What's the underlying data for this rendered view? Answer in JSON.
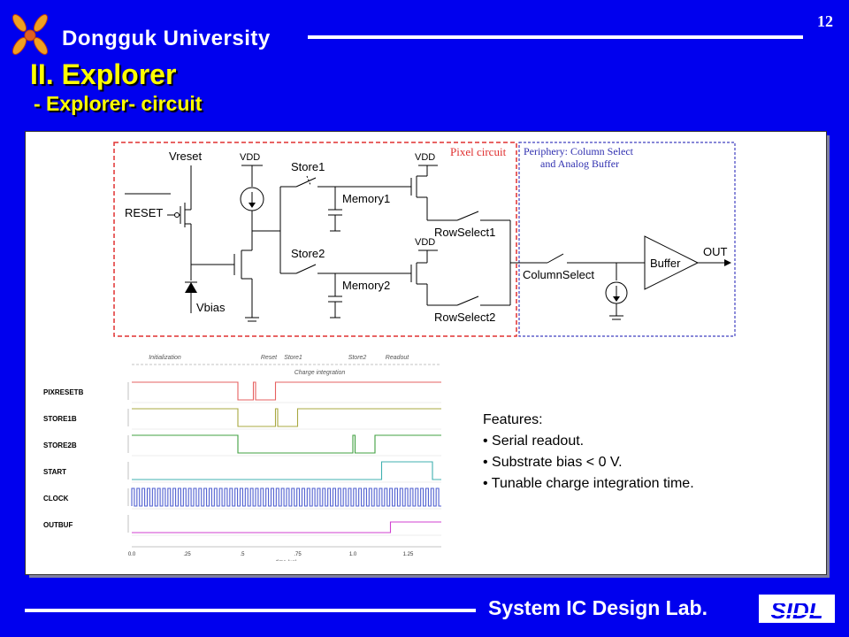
{
  "header": {
    "university": "Dongguk University",
    "page_number": "12",
    "logo_icon": "dongguk-logo-icon"
  },
  "slide": {
    "title": "II. Explorer",
    "subtitle": "- Explorer- circuit"
  },
  "circuit": {
    "vreset": "Vreset",
    "reset": "RESET",
    "vdd": "VDD",
    "store1": "Store1",
    "store2": "Store2",
    "memory1": "Memory1",
    "memory2": "Memory2",
    "rowselect1": "RowSelect1",
    "rowselect2": "RowSelect2",
    "vbias": "Vbias",
    "pixel_circuit": "Pixel circuit",
    "periphery_line1": "Periphery: Column Select",
    "periphery_line2": "and Analog Buffer",
    "columnselect": "ColumnSelect",
    "buffer": "Buffer",
    "out": "OUT"
  },
  "timing": {
    "phases": [
      "Initialization",
      "Reset",
      "Store1",
      "Store2",
      "Readout"
    ],
    "charge_integration": "Charge integration",
    "signals": [
      "PIXRESETB",
      "STORE1B",
      "STORE2B",
      "START",
      "CLOCK",
      "OUTBUF"
    ],
    "ticks": [
      "0.0",
      ".25",
      ".5",
      ".75",
      "1.0",
      "1.25"
    ],
    "xlabel": "time (µs)",
    "colors": {
      "PIXRESETB": "#e66060",
      "STORE1B": "#a8a840",
      "STORE2B": "#40a040",
      "START": "#40b0b0",
      "CLOCK": "#5060d0",
      "OUTBUF": "#d040d0"
    }
  },
  "features": {
    "heading": "Features:",
    "items": [
      "• Serial readout.",
      "• Substrate bias < 0 V.",
      "• Tunable charge integration time."
    ]
  },
  "footer": {
    "lab": "System IC Design Lab.",
    "logo_text": "SIDL"
  }
}
